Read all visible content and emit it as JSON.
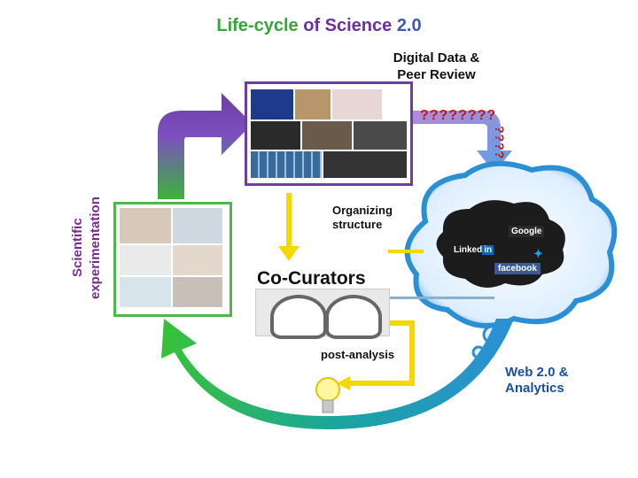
{
  "title": {
    "part1": "Life-cycle",
    "part2": "of Science",
    "part3": "2.0"
  },
  "digital_data": {
    "line1": "Digital Data &",
    "line2": "Peer Review"
  },
  "question_horizontal": "????????",
  "question_vertical": "????",
  "scientific": {
    "line1": "Scientific",
    "line2": "experimentation"
  },
  "organizing": {
    "line1": "Organizing",
    "line2": "structure"
  },
  "co_curators": "Co-Curators",
  "post_analysis": "post-analysis",
  "web": {
    "line1": "Web 2.0 &",
    "line2": "Analytics"
  },
  "logos": {
    "google": "Google",
    "linkedin": "Linked",
    "linkedin_in": "in",
    "facebook": "facebook"
  },
  "colors": {
    "purple": "#6b3fa0",
    "green": "#4cb84c",
    "yellow": "#f5d800",
    "blue": "#2b8fd6",
    "red": "#c0171b"
  }
}
